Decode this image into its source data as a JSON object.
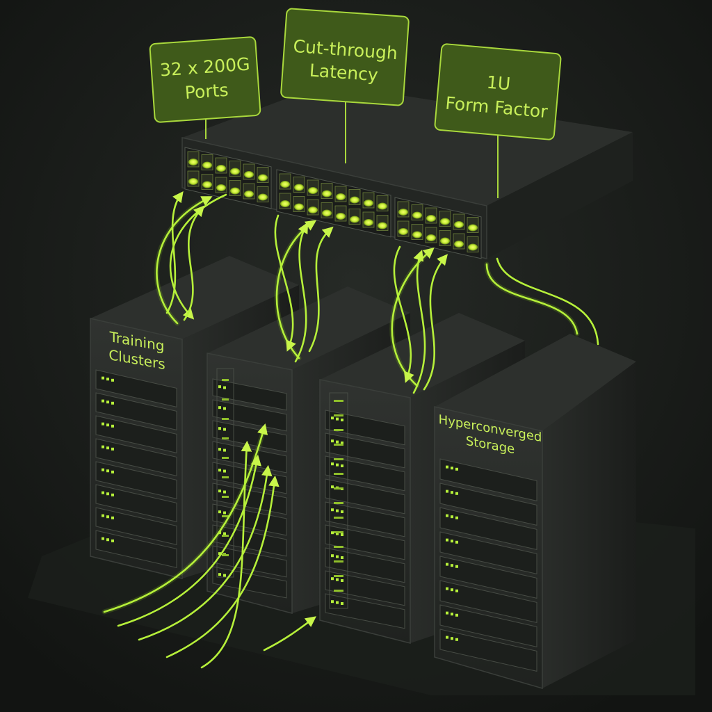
{
  "callouts": [
    {
      "line1": "32 x 200G",
      "line2": "Ports"
    },
    {
      "line1": "Cut-through",
      "line2": "Latency"
    },
    {
      "line1": "1U",
      "line2": "Form Factor"
    }
  ],
  "racks": {
    "training": {
      "line1": "Training",
      "line2": "Clusters"
    },
    "storage": {
      "line1": "Hyperconverged",
      "line2": "Storage"
    }
  },
  "colors": {
    "accent": "#b6f03a",
    "callout_fill": "#3f5a1a",
    "background": "#161816",
    "chassis": "#2b2e2b"
  }
}
